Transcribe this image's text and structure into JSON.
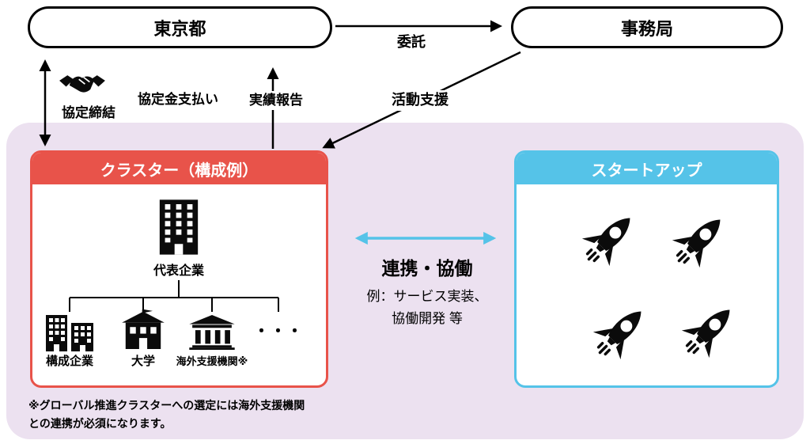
{
  "top": {
    "tokyo": "東京都",
    "secretariat": "事務局",
    "commission": "委託",
    "agreement": "協定締結",
    "payment": "協定金支払い",
    "report": "実績報告",
    "support": "活動支援"
  },
  "cluster": {
    "header": "クラスター（構成例）",
    "representative": "代表企業",
    "members": [
      "構成企業",
      "大学",
      "海外支援機関※"
    ],
    "ellipsis": "・・・"
  },
  "collaboration": {
    "title": "連携・協働",
    "example_line1": "例：サービス実装、",
    "example_line2": "協働開発 等"
  },
  "startup": {
    "header": "スタートアップ"
  },
  "footnote": {
    "line1": "※グローバル推進クラスターへの選定には海外支援機関",
    "line2": "との連携が必須になります。"
  },
  "colors": {
    "cluster_red": "#E8534A",
    "startup_cyan": "#55C3E8",
    "panel_purple": "#ECE1F0"
  },
  "icons": {
    "handshake": "handshake-icon",
    "representative": "office-building-icon",
    "member_company": "company-buildings-icon",
    "university": "university-building-icon",
    "overseas_org": "institution-building-icon",
    "startup_unit": "rocket-icon"
  }
}
